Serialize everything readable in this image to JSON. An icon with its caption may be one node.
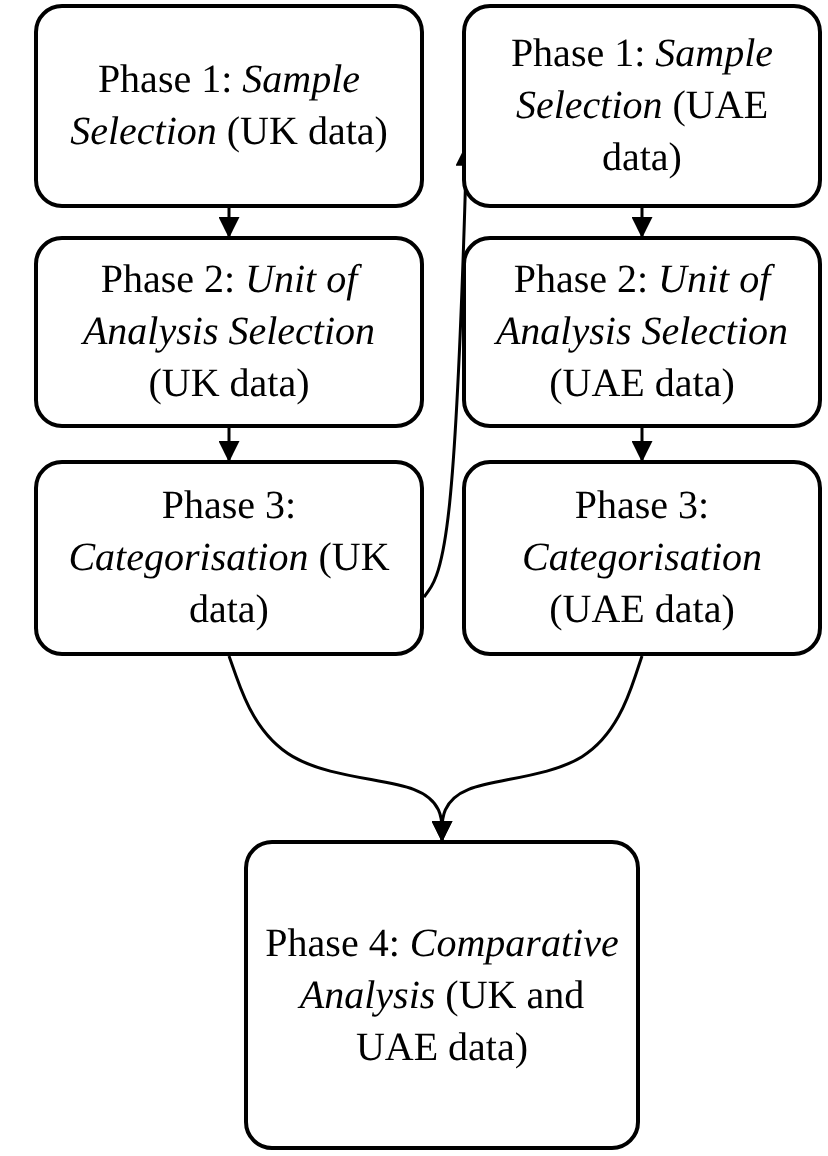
{
  "diagram": {
    "nodes": [
      {
        "text": [
          "Phase 1: *Sample Selection* (UK data)"
        ]
      },
      {
        "text": [
          "Phase 1: *Sample Selection* (UAE data)"
        ]
      },
      {
        "text": [
          "Phase 2: *Unit of Analysis Selection* (UK data)"
        ]
      },
      {
        "text": [
          "Phase 2: *Unit of Analysis Selection* (UAE data)"
        ]
      },
      {
        "text": [
          "Phase 3: *Categorisation* (UK data)"
        ]
      },
      {
        "text": [
          "Phase 3: *Categorisation* (UAE data)"
        ]
      },
      {
        "text": [
          "Phase 4: *Comparative Analysis* (UK and UAE data)"
        ]
      }
    ],
    "edges": [
      {
        "from": 0,
        "to": 2,
        "arrow": "to"
      },
      {
        "from": 2,
        "to": 4,
        "arrow": "to"
      },
      {
        "from": 4,
        "to": 1,
        "arrow": "to"
      },
      {
        "from": 1,
        "to": 3,
        "arrow": "to"
      },
      {
        "from": 3,
        "to": 5,
        "arrow": "to"
      },
      {
        "from": 4,
        "to": 6,
        "arrow": "to"
      },
      {
        "from": 5,
        "to": 6,
        "arrow": "to"
      }
    ]
  }
}
